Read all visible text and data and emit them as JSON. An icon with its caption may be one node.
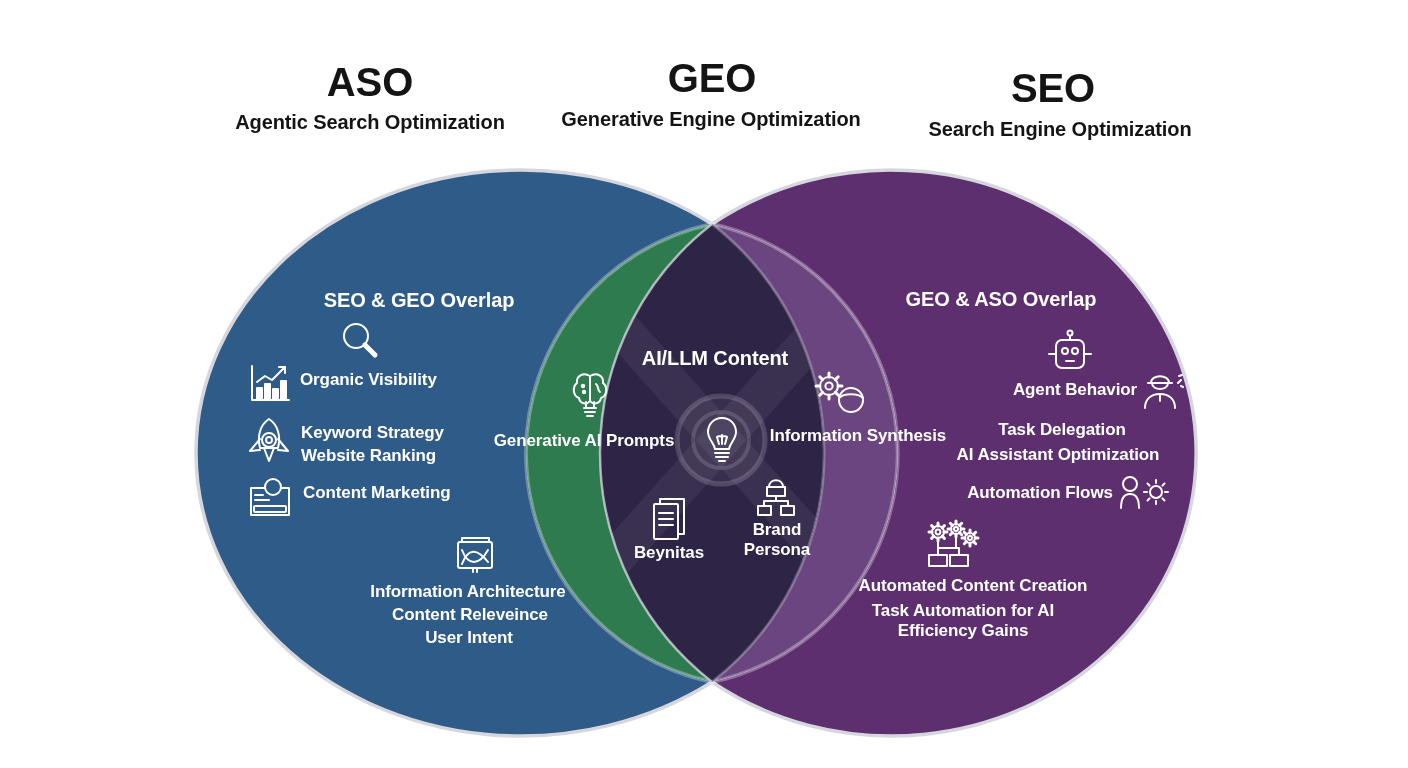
{
  "diagram": {
    "nodes": [
      {
        "text": [
          "ASO",
          "Agentic Search Optimization",
          "SEO & GEO Overlap",
          "Organic Visibility",
          "Keyword Strategy",
          "Website Ranking",
          "Content Marketing",
          "Information Architecture",
          "Content Releveince",
          "User Intent"
        ]
      },
      {
        "text": [
          "Generative AI Prompts",
          "Information Synthesis"
        ]
      },
      {
        "text": [
          "SEO",
          "Search Engine Optimization",
          "GEO & ASO Overlap",
          "Agent Behavior",
          "Task Delegation",
          "AI Assistant Optimization",
          "Automation Flows",
          "Automated Content Creation",
          "Task Automation for AI Efficiency Gains"
        ]
      },
      {
        "text": [
          "AI/LLM Content",
          "Beynitas",
          "Brand Persona"
        ],
        "in": 1
      }
    ],
    "labels": [
      "GEO",
      "Generative Engine Optimization"
    ]
  }
}
